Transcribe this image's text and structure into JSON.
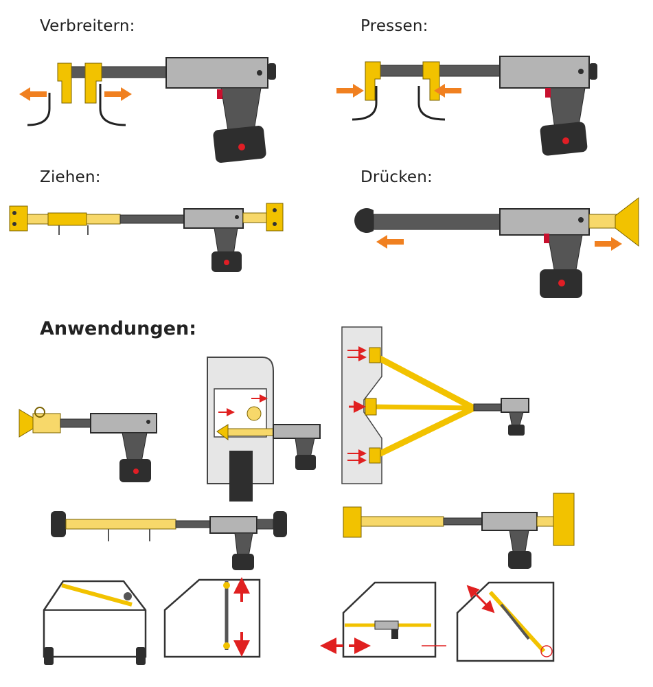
{
  "modes": {
    "spread": "Verbreitern:",
    "press": "Pressen:",
    "pull": "Ziehen:",
    "push": "Drücken:"
  },
  "applications": {
    "heading": "Anwendungen:"
  },
  "colors": {
    "tool_body": "#5a5a5a",
    "tool_panel": "#b4b4b4",
    "tool_dark": "#2e2e2e",
    "battery_button": "#e01e25",
    "trigger": "#c8102e",
    "jaw_yellow": "#f2c200",
    "tube_yellow": "#f7d86a",
    "arrow_orange": "#f08020",
    "force_red": "#e02020",
    "sheet_grey": "#e6e6e6"
  }
}
